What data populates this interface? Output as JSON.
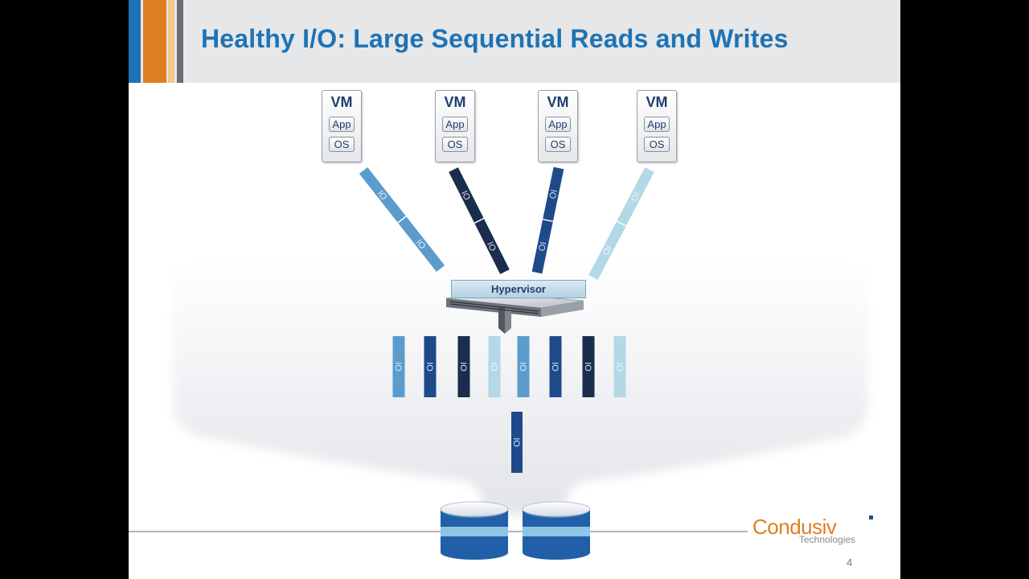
{
  "slide": {
    "title": "Healthy I/O: Large Sequential Reads and Writes",
    "slide_number": "4"
  },
  "colors": {
    "accent_blue": "#1e73b4",
    "stripe_blue": "#1e73b4",
    "stripe_orange": "#e07f22",
    "io_light": "#5c9ccd",
    "io_dark": "#1b2d4c",
    "io_navy": "#1e4a8a",
    "io_pale": "#b3d8e6",
    "io_mid": "#3d70b6"
  },
  "vms": [
    {
      "label": "VM",
      "app": "App",
      "os": "OS"
    },
    {
      "label": "VM",
      "app": "App",
      "os": "OS"
    },
    {
      "label": "VM",
      "app": "App",
      "os": "OS"
    },
    {
      "label": "VM",
      "app": "App",
      "os": "OS"
    }
  ],
  "io_label": "IO",
  "hypervisor": {
    "label": "Hypervisor",
    "icon": "server-icon"
  },
  "storage": {
    "icon": "disk-stack-icon"
  },
  "logo": {
    "name": "Condusiv",
    "sub": "Technologies"
  }
}
